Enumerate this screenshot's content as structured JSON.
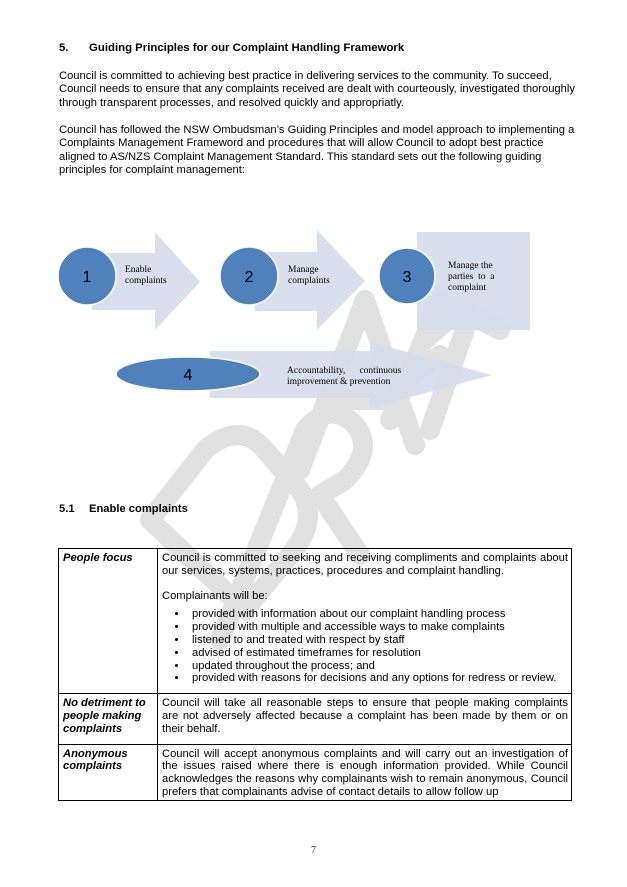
{
  "section": {
    "number": "5.",
    "title": "Guiding Principles for our Complaint Handling Framework"
  },
  "paragraphs": [
    "Council is committed to achieving best practice in delivering services to the community. To succeed, Council needs to ensure that any complaints received are dealt with courteously, investigated thoroughly through transparent processes, and resolved quickly and appropriatly.",
    "Council has followed the NSW Ombudsman’s Guiding Principles and model approach to implementing a Complaints Management Frameword and procedures that will allow Council to adopt best practice aligned to AS/NZS Complaint Management Standard. This standard sets out the following guiding principles for complaint management:"
  ],
  "diagram": {
    "colors": {
      "circle": "#4f81bd",
      "arrow": "#d6dcea",
      "watermark": "#d9d9d9"
    },
    "steps": [
      {
        "number": "1",
        "lines": [
          "Enable",
          "complaints"
        ]
      },
      {
        "number": "2",
        "lines": [
          "Manage",
          "complaints"
        ]
      },
      {
        "number": "3",
        "lines": [
          "Manage the",
          "parties  to  a",
          "complaint"
        ]
      },
      {
        "number": "4",
        "lines": [
          "Accountability,      continuous",
          "improvement & prevention"
        ]
      }
    ]
  },
  "subsection": {
    "number": "5.1",
    "title": "Enable complaints"
  },
  "table": {
    "rows": [
      {
        "label": "People focus",
        "paragraphs": [
          "Council is committed to seeking and receiving compliments and complaints about our services, systems, practices, procedures and complaint handling.",
          "Complainants will be:"
        ],
        "bullets": [
          "provided with information about our complaint handling process",
          "provided with multiple and accessible ways to make complaints",
          "listened to and treated with respect by staff",
          "advised of estimated timeframes for resolution",
          "updated throughout the process; and",
          "provided with reasons for decisions and any options for redress or review."
        ]
      },
      {
        "label": "No detriment to people making complaints",
        "paragraphs": [
          "Council will take all reasonable steps to ensure that people making complaints are not adversely affected because a complaint has been made by them or on their behalf."
        ]
      },
      {
        "label": "Anonymous complaints",
        "paragraphs": [
          "Council will accept anonymous complaints and will carry out an investigation of the issues raised where there is enough information provided. While Council acknowledges the reasons why complainants wish to remain anonymous, Council prefers that complainants advise of contact details to allow follow up"
        ]
      }
    ]
  },
  "watermark": "DRAFT",
  "page_number": "7"
}
